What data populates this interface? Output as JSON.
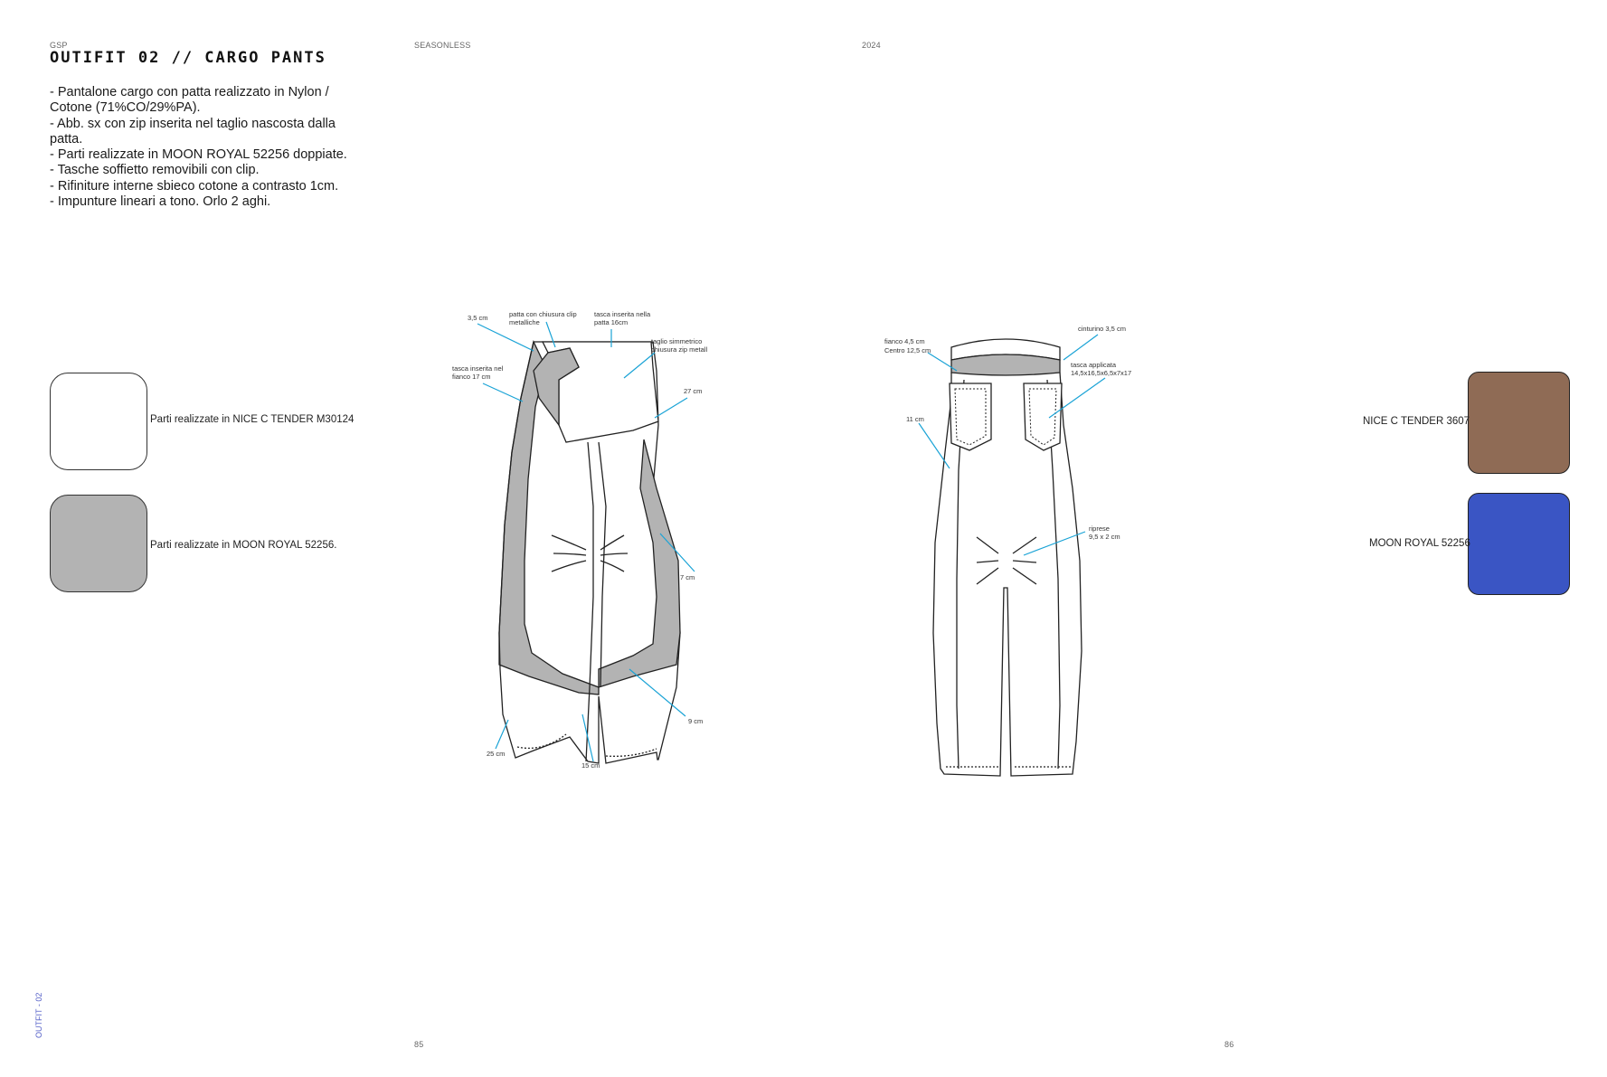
{
  "header": {
    "brand": "GSP",
    "title": "OUTIFIT 02 // CARGO PANTS",
    "season": "SEASONLESS",
    "year": "2024"
  },
  "description": [
    "- Pantalone cargo con patta realizzato in Nylon /",
    "Cotone (71%CO/29%PA).",
    "- Abb. sx con zip inserita nel taglio nascosta dalla",
    "patta.",
    "- Parti realizzate in MOON ROYAL 52256 doppiate.",
    "- Tasche soffietto removibili con clip.",
    "- Rifiniture interne sbieco cotone a contrasto 1cm.",
    "- Impunture lineari a tono. Orlo 2 aghi."
  ],
  "materials_left": [
    {
      "label": "Parti realizzate in NICE C TENDER M30124",
      "color": "#ffffff"
    },
    {
      "label": "Parti realizzate in MOON ROYAL 52256.",
      "color": "#b3b3b3"
    }
  ],
  "fabrics_right": [
    {
      "label": "NICE C TENDER  3607",
      "color": "#8f6b55"
    },
    {
      "label": "MOON ROYAL 52256",
      "color": "#3a55c4"
    }
  ],
  "front_annotations": [
    "3,5 cm",
    "patta con chiusura clip",
    "metalliche",
    "tasca inserita nella",
    "patta 16cm",
    "taglio simmetrico",
    "chiusura zip metall",
    "tasca inserita nel",
    "fianco 17 cm",
    "27 cm",
    "7 cm",
    "9 cm",
    "25 cm",
    "15 cm"
  ],
  "back_annotations": [
    "cinturino 3,5 cm",
    "fianco 4,5 cm",
    "Centro 12,5 cm",
    "tasca applicata",
    "14,5x16,5x6,5x7x17",
    "11 cm",
    "riprese",
    "9,5 x 2 cm"
  ],
  "colors": {
    "callout": "#1aa3d6",
    "panel": "#b3b3b3",
    "stroke": "#222222",
    "page_label": "#5560c8"
  },
  "footer": {
    "side_label": "OUTFIT - 02",
    "page_left": "85",
    "page_right": "86"
  }
}
